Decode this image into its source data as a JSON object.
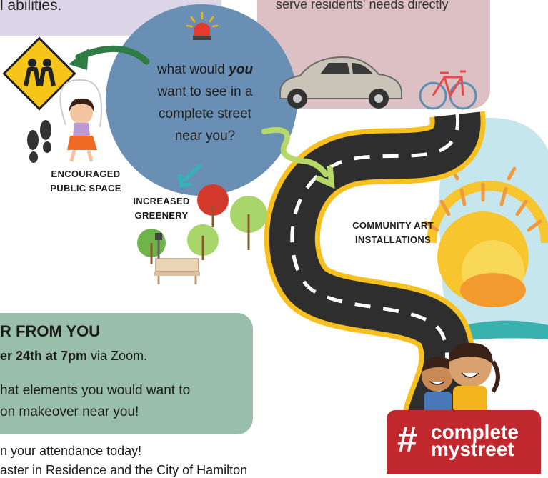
{
  "top_left_text": "l abilities.",
  "top_right_text": "serve residents' needs directly",
  "question": {
    "line1_pre": "what would ",
    "line1_em": "you",
    "line2": "want to see in a",
    "line3": "complete street",
    "line4": "near you?"
  },
  "labels": {
    "public_space_1": "ENCOURAGED",
    "public_space_2": "PUBLIC SPACE",
    "greenery_1": "INCREASED",
    "greenery_2": "GREENERY",
    "art_1": "COMMUNITY ART",
    "art_2": "INSTALLATIONS"
  },
  "event": {
    "heading": "R FROM YOU",
    "date_bold": "er 24th at 7pm",
    "date_rest": " via Zoom.",
    "elements_line1": "hat elements you would want to",
    "elements_line2": "on makeover near you!",
    "attendance": "n your attendance today!",
    "partners": "aster in Residence and the City of Hamilton"
  },
  "hashtag": {
    "hash": "#",
    "line1": "complete",
    "line2": "mystreet"
  },
  "colors": {
    "circle": "#6a8fb5",
    "pink_box": "#dcc0c3",
    "lavender_box": "#dcd6e8",
    "green_box": "#99bfab",
    "hashtag_bg": "#c0282d",
    "road": "#2e2e2e",
    "road_edge": "#f5c020",
    "sun": "#f7c52e",
    "sky": "#c6e6ee"
  },
  "icons": [
    "siren-icon",
    "school-crossing-sign-icon",
    "car-icon",
    "bicycle-icon",
    "footprints-icon",
    "girl-jump-rope-icon",
    "tree-icon",
    "bench-icon",
    "lamp-post-icon",
    "sun-icon",
    "kids-icon",
    "arrow-icon"
  ]
}
